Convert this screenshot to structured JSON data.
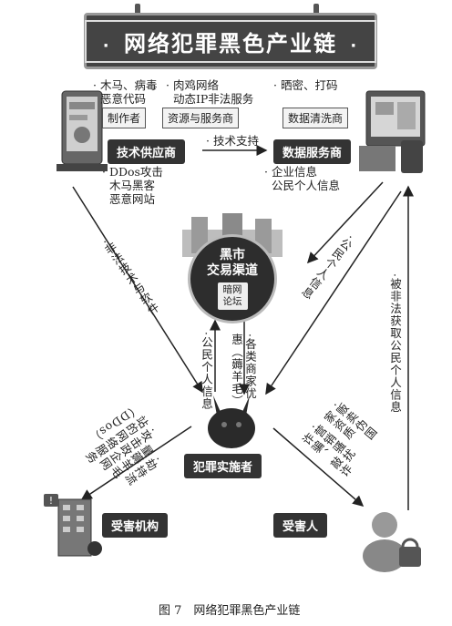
{
  "title": "网络犯罪黑色产业链",
  "title_dot": "·",
  "nodes": {
    "tech_supplier": "技术供应商",
    "data_service": "数据服务商",
    "black_market": "黑市\n交易渠道",
    "black_market_sub": "暗网\n论坛",
    "criminal": "犯罪实施者",
    "victim_org": "受害机构",
    "victim_person": "受害人"
  },
  "boxes": {
    "maker": "制作者",
    "resource": "资源与服务商",
    "data_clean": "数据清洗商"
  },
  "texts": {
    "virus": "· 木马、病毒\n  恶意代码",
    "botnet": "· 肉鸡网络\n  动态IP非法服务",
    "leak": "· 晒密、打码",
    "ddos_tools": "· DDos攻击\n  木马黑客\n  恶意网站",
    "enterprise_info": "· 企业信息\n  公民个人信息",
    "tech_support": "· 技术支持"
  },
  "edge_labels": {
    "illegal_tech": "·非法技术与软件",
    "citizen_info_right": "·公民个人信息",
    "illegally_obtained": "·被非法获取公民个人信息",
    "citizen_info_mid": "·公民个人信息",
    "coupons": "·各类商家优惠（薅羊毛）",
    "attack": "·攻击政企网站的网络服务（DDos）",
    "hijack": "·劫持流量薅羊毛",
    "scam": "·贩卖伪国家资质",
    "harass": "·营销骚扰诈骗、敲诈"
  },
  "caption": "图 7　网络犯罪黑色产业链"
}
